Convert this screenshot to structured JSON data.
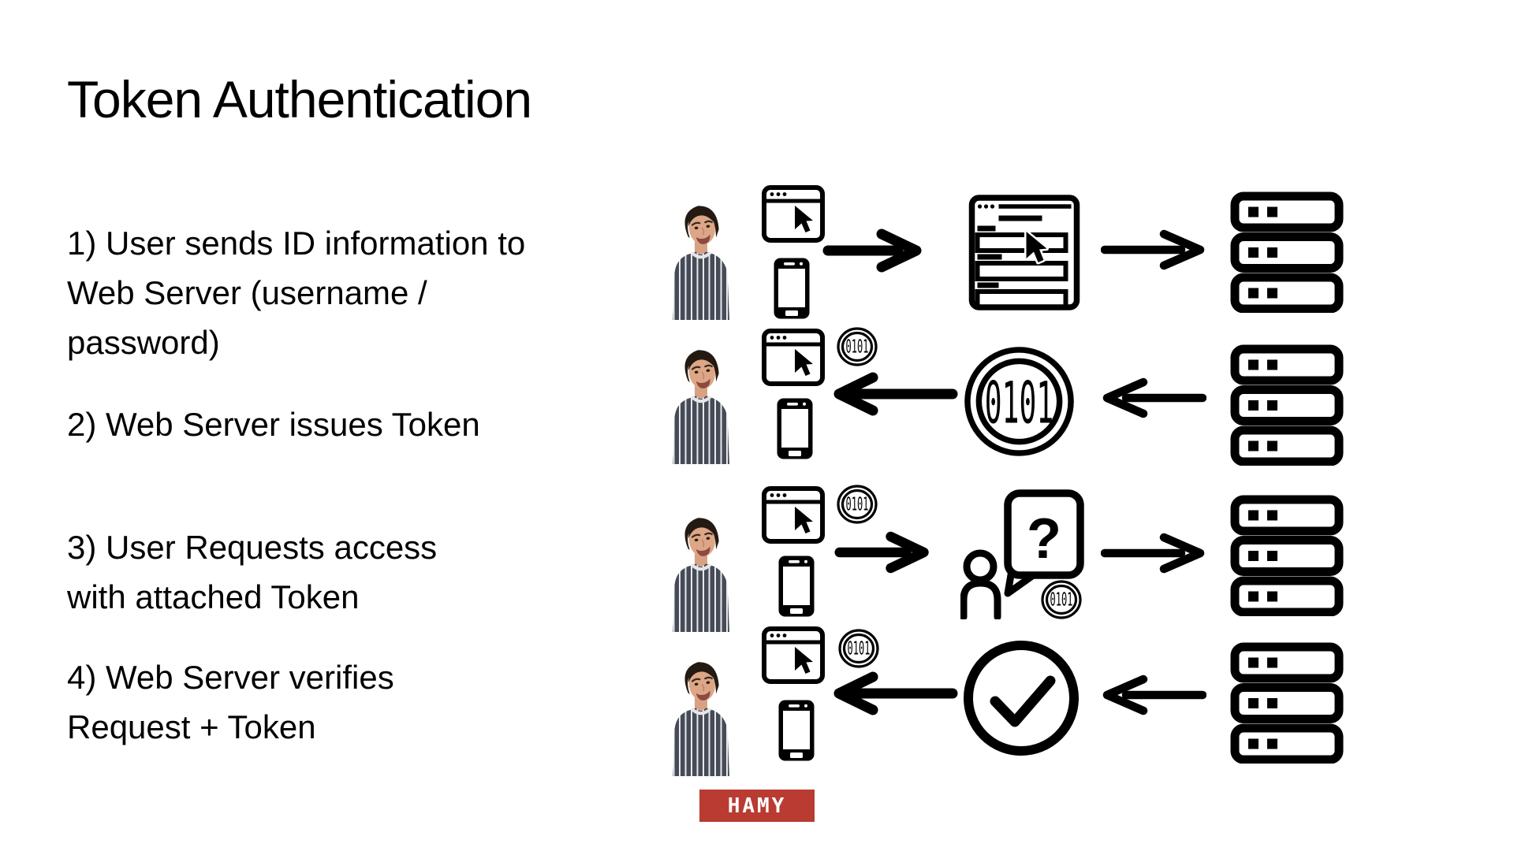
{
  "title": "Token Authentication",
  "steps": [
    {
      "lines": [
        "1) User sends ID information to",
        "Web Server (username /",
        "password)"
      ]
    },
    {
      "lines": [
        "2) Web Server issues Token"
      ]
    },
    {
      "lines": [
        "3) User Requests access",
        "with attached Token"
      ]
    },
    {
      "lines": [
        "4) Web Server verifies",
        "Request + Token"
      ]
    }
  ],
  "diagram": {
    "token_text": "0101",
    "question_mark": "?",
    "rows": [
      {
        "step": 1,
        "from": "user-devices",
        "to": "web-server",
        "direction": "right",
        "middle_icon": "login-form-icon",
        "client_has_token": false
      },
      {
        "step": 2,
        "from": "web-server",
        "to": "user-devices",
        "direction": "left",
        "middle_icon": "token-icon",
        "client_has_token": true
      },
      {
        "step": 3,
        "from": "user-devices",
        "to": "web-server",
        "direction": "right",
        "middle_icon": "access-request-icon",
        "client_has_token": true
      },
      {
        "step": 4,
        "from": "web-server",
        "to": "user-devices",
        "direction": "left",
        "middle_icon": "verified-check-icon",
        "client_has_token": true
      }
    ],
    "icon_names": [
      "user-photo",
      "browser-icon",
      "smartphone-icon",
      "token-badge-icon",
      "login-form-icon",
      "token-icon",
      "access-request-icon",
      "verified-check-icon",
      "server-icon",
      "arrow-right-icon",
      "arrow-left-icon"
    ]
  },
  "logo": {
    "text": "HAMY",
    "background_color": "#b93b31",
    "text_color": "#ffffff"
  },
  "colors": {
    "background": "#ffffff",
    "ink": "#000000",
    "logo_red": "#b93b31"
  }
}
